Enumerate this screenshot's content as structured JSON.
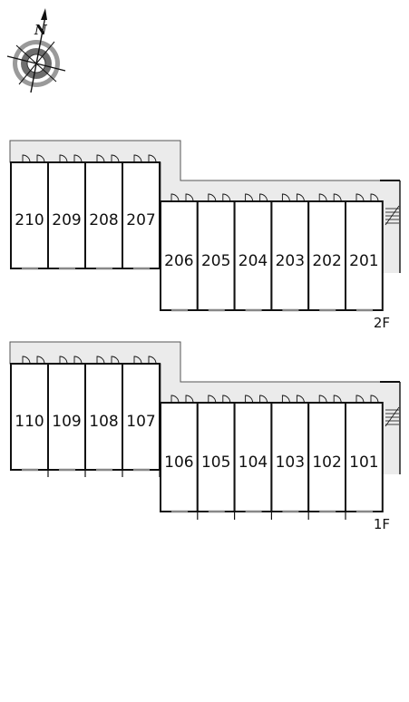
{
  "compass": {
    "north_label": "N",
    "icon": "compass-rose-icon"
  },
  "floors": [
    {
      "label": "2F",
      "upper_rooms": [
        "210",
        "209",
        "208",
        "207"
      ],
      "lower_rooms": [
        "206",
        "205",
        "204",
        "203",
        "202",
        "201"
      ]
    },
    {
      "label": "1F",
      "upper_rooms": [
        "110",
        "109",
        "108",
        "107"
      ],
      "lower_rooms": [
        "106",
        "105",
        "104",
        "103",
        "102",
        "101"
      ]
    }
  ],
  "colors": {
    "corridor": "#ebebeb",
    "wall": "#111111",
    "background": "#ffffff"
  }
}
